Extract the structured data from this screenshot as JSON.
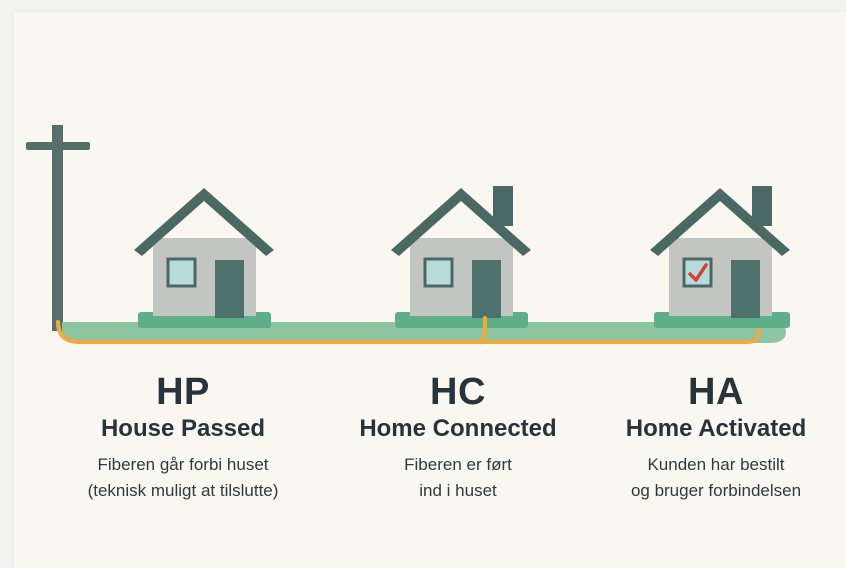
{
  "colors": {
    "background": "#faf7f1",
    "house_wall": "#c3c5c3",
    "roof": "#4a6964",
    "door": "#4f716d",
    "window_fill": "#b8dcd9",
    "lawn": "#5fae8a",
    "ground": "#8dc5a2",
    "fiber": "#f0aa3c",
    "check": "#d6413a",
    "text": "#27343c"
  },
  "stages": [
    {
      "abbr": "HP",
      "name": "House Passed",
      "desc_line1": "Fiberen går forbi huset",
      "desc_line2": "(teknisk muligt at tilslutte)"
    },
    {
      "abbr": "HC",
      "name": "Home Connected",
      "desc_line1": "Fiberen er ført",
      "desc_line2": "ind i huset"
    },
    {
      "abbr": "HA",
      "name": "Home Activated",
      "desc_line1": "Kunden har bestilt",
      "desc_line2": "og bruger forbindelsen"
    }
  ]
}
